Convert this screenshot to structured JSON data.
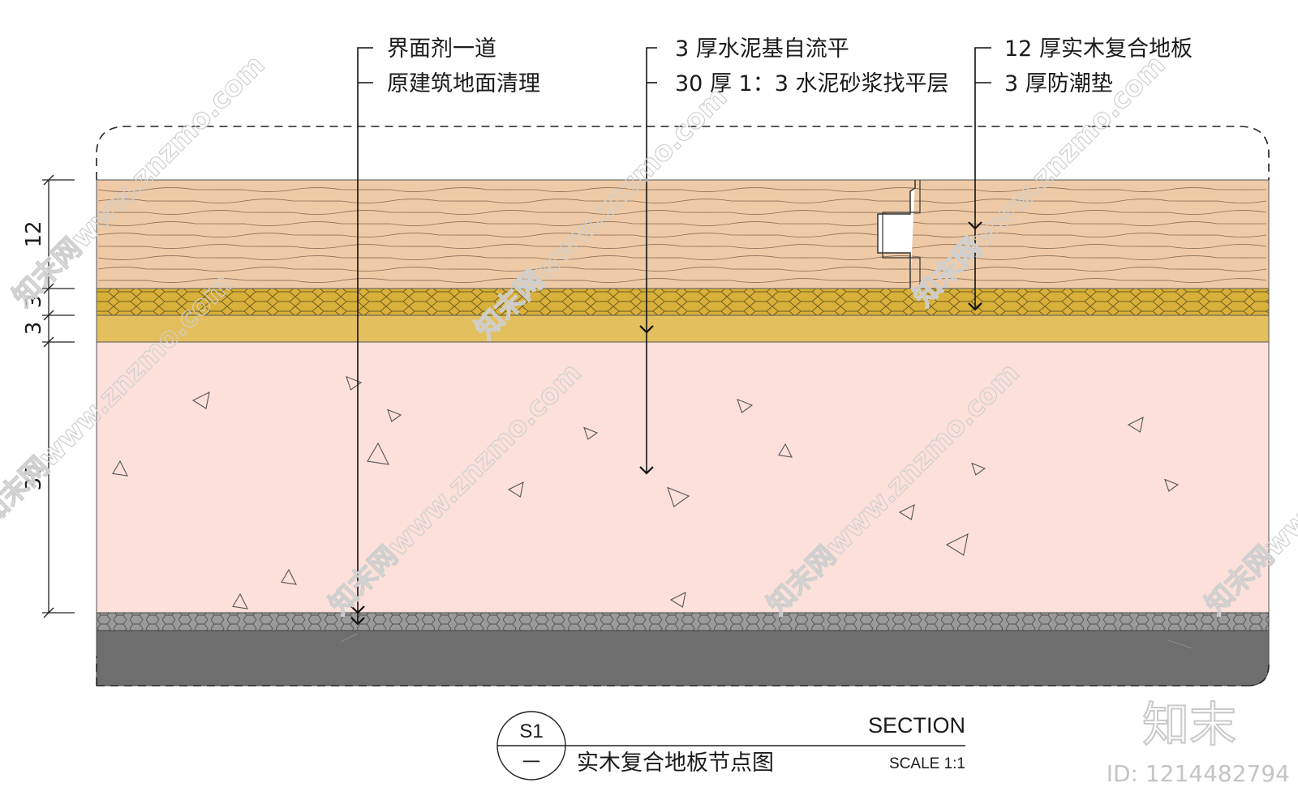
{
  "callouts": [
    {
      "lines": [
        "界面剂一道",
        "原建筑地面清理"
      ]
    },
    {
      "lines": [
        "3 厚水泥基自流平",
        "30 厚 1：3 水泥砂浆找平层"
      ]
    },
    {
      "lines": [
        "12 厚实木复合地板",
        "3 厚防潮垫"
      ]
    }
  ],
  "dimensions": [
    "12",
    "3",
    "3",
    "30"
  ],
  "title_block": {
    "symbol_top": "S1",
    "symbol_bottom": "一",
    "drawing_title": "实木复合地板节点图",
    "section_label": "SECTION",
    "scale_label": "SCALE 1:1"
  },
  "watermark": {
    "text": "知末网www.znzmo.com",
    "brand": "知末",
    "id_label": "ID: 1214482794"
  },
  "colors": {
    "wood": "#efcaa6",
    "moisture_pad": "#d9b13a",
    "self_leveling": "#e3bf5e",
    "mortar": "#fde0da",
    "interface_agent": "#9a9a9a",
    "base_floor": "#6e6e6e"
  }
}
